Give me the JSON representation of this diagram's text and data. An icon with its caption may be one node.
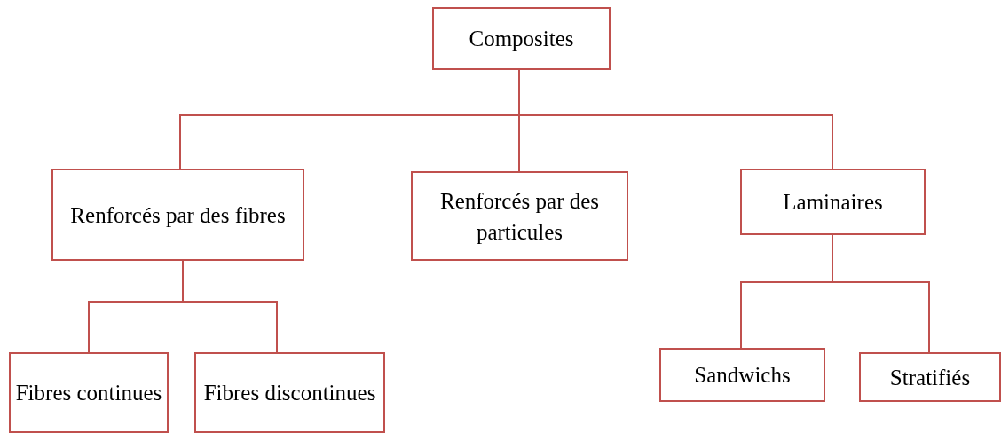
{
  "diagram": {
    "nodes": [
      {
        "text": [
          "Composites"
        ]
      },
      {
        "text": [
          "Renforcés par des fibres"
        ]
      },
      {
        "text": [
          "Renforcés par des particules"
        ]
      },
      {
        "text": [
          "Laminaires"
        ]
      },
      {
        "text": [
          "Fibres continues"
        ]
      },
      {
        "text": [
          "Fibres discontinues"
        ]
      },
      {
        "text": [
          "Sandwichs"
        ]
      },
      {
        "text": [
          "Stratifiés"
        ]
      }
    ],
    "edges": [
      {
        "from": 0,
        "to": 1,
        "arrow": "none"
      },
      {
        "from": 0,
        "to": 2,
        "arrow": "none"
      },
      {
        "from": 0,
        "to": 3,
        "arrow": "none"
      },
      {
        "from": 1,
        "to": 4,
        "arrow": "none"
      },
      {
        "from": 1,
        "to": 5,
        "arrow": "none"
      },
      {
        "from": 3,
        "to": 6,
        "arrow": "none"
      },
      {
        "from": 3,
        "to": 7,
        "arrow": "none"
      }
    ]
  }
}
